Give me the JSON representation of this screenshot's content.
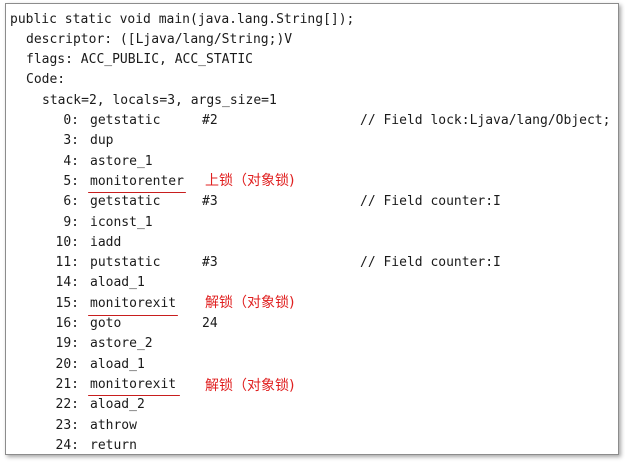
{
  "header": {
    "signature": "public static void main(java.lang.String[]);",
    "descriptor": "descriptor: ([Ljava/lang/String;)V",
    "flags": "flags: ACC_PUBLIC, ACC_STATIC",
    "code_label": "Code:",
    "stack_info": "stack=2, locals=3, args_size=1"
  },
  "instructions": [
    {
      "offset": "0:",
      "opcode": "getstatic",
      "arg": "#2",
      "comment": "// Field lock:Ljava/lang/Object;"
    },
    {
      "offset": "3:",
      "opcode": "dup",
      "arg": "",
      "comment": ""
    },
    {
      "offset": "4:",
      "opcode": "astore_1",
      "arg": "",
      "comment": ""
    },
    {
      "offset": "5:",
      "opcode": "monitorenter",
      "arg": "",
      "comment": ""
    },
    {
      "offset": "6:",
      "opcode": "getstatic",
      "arg": "#3",
      "comment": "// Field counter:I"
    },
    {
      "offset": "9:",
      "opcode": "iconst_1",
      "arg": "",
      "comment": ""
    },
    {
      "offset": "10:",
      "opcode": "iadd",
      "arg": "",
      "comment": ""
    },
    {
      "offset": "11:",
      "opcode": "putstatic",
      "arg": "#3",
      "comment": "// Field counter:I"
    },
    {
      "offset": "14:",
      "opcode": "aload_1",
      "arg": "",
      "comment": ""
    },
    {
      "offset": "15:",
      "opcode": "monitorexit",
      "arg": "",
      "comment": ""
    },
    {
      "offset": "16:",
      "opcode": "goto",
      "arg": "24",
      "comment": ""
    },
    {
      "offset": "19:",
      "opcode": "astore_2",
      "arg": "",
      "comment": ""
    },
    {
      "offset": "20:",
      "opcode": "aload_1",
      "arg": "",
      "comment": ""
    },
    {
      "offset": "21:",
      "opcode": "monitorexit",
      "arg": "",
      "comment": ""
    },
    {
      "offset": "22:",
      "opcode": "aload_2",
      "arg": "",
      "comment": ""
    },
    {
      "offset": "23:",
      "opcode": "athrow",
      "arg": "",
      "comment": ""
    },
    {
      "offset": "24:",
      "opcode": "return",
      "arg": "",
      "comment": ""
    }
  ],
  "annotations": {
    "lock": "上锁（对象锁)",
    "unlock_1": "解锁（对象锁)",
    "unlock_2": "解锁（对象锁)"
  },
  "colors": {
    "annotation": "#e02020",
    "underline": "#c81e1e"
  }
}
